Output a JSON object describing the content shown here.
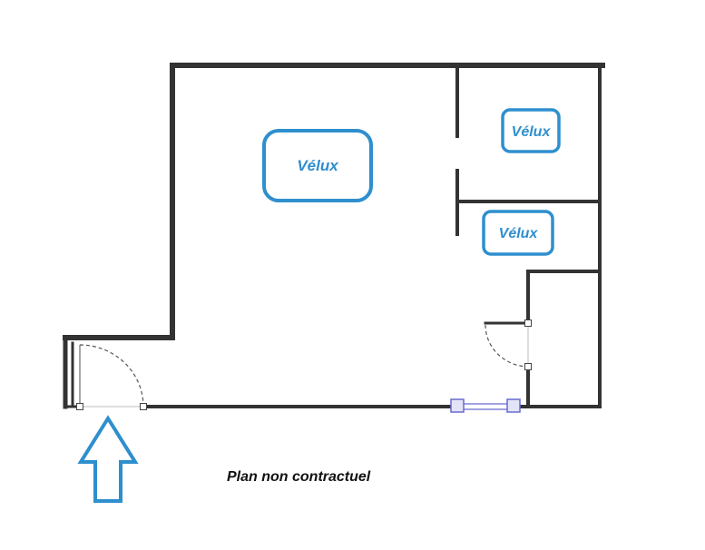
{
  "skylights": [
    {
      "label": "Vélux"
    },
    {
      "label": "Vélux"
    },
    {
      "label": "Vélux"
    }
  ],
  "caption": "Plan non contractuel",
  "colors": {
    "wall": "#333333",
    "skylight": "#2e8fce",
    "arrow": "#2e8fce",
    "window": "#6a6ad0"
  },
  "entrance_arrow_icon": "arrow-up-icon"
}
